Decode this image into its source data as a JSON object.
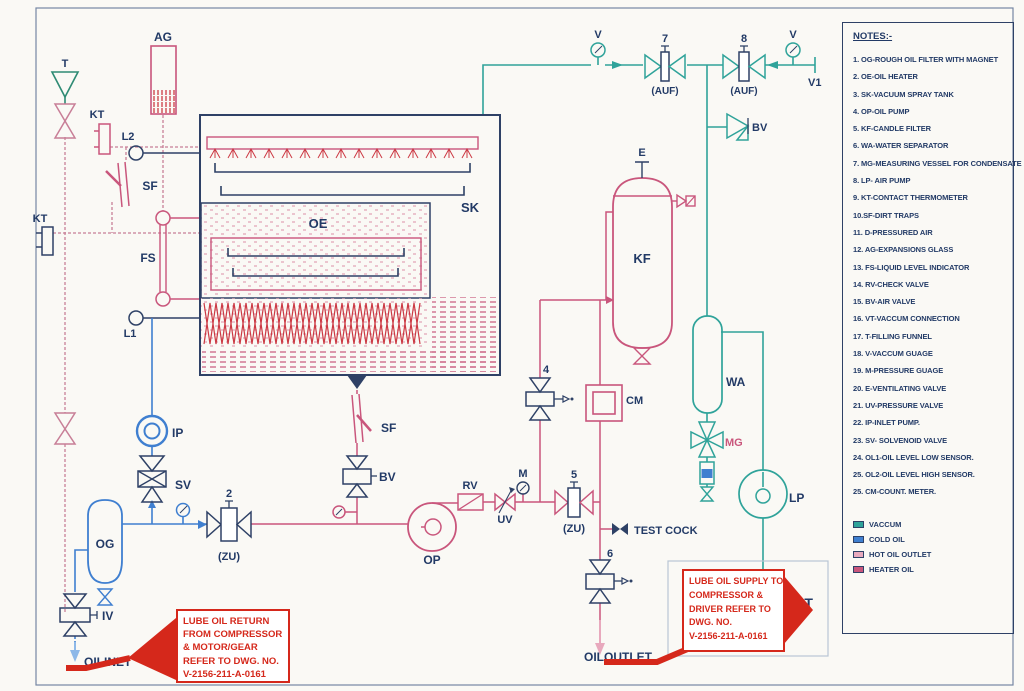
{
  "notes": {
    "title": "NOTES:-",
    "items": [
      "1. OG-ROUGH OIL FILTER WITH MAGNET",
      "2. OE-OIL HEATER",
      "3. SK-VACUUM SPRAY TANK",
      "4. OP-OIL PUMP",
      "5. KF-CANDLE FILTER",
      "6. WA-WATER SEPARATOR",
      "7. MG-MEASURING VESSEL FOR CONDENSATE",
      "8. LP- AIR PUMP",
      "9. KT-CONTACT THERMOMETER",
      "10.SF-DIRT TRAPS",
      "11. D-PRESSURED AIR",
      "12. AG-EXPANSIONS GLASS",
      "13. FS-LIQUID LEVEL INDICATOR",
      "14. RV-CHECK VALVE",
      "15. BV-AIR VALVE",
      "16. VT-VACCUM CONNECTION",
      "17. T-FILLING FUNNEL",
      "18. V-VACCUM GUAGE",
      "19. M-PRESSURE GUAGE",
      "20. E-VENTILATING VALVE",
      "21. UV-PRESSURE VALVE",
      "22. IP-INLET PUMP.",
      "23. SV- SOLVENOID VALVE",
      "24. OL1-OIL LEVEL LOW SENSOR.",
      "25. OL2-OIL LEVEL HIGH SENSOR.",
      "25. CM-COUNT. METER."
    ]
  },
  "legend": {
    "items": [
      {
        "label": "VACCUM"
      },
      {
        "label": "COLD OIL"
      },
      {
        "label": "HOT OIL OUTLET"
      },
      {
        "label": "HEATER OIL"
      }
    ]
  },
  "colors": {
    "vacuum": "#2fa39a",
    "cold_oil": "#3f7fd0",
    "hot_oil_outlet": "#e8a9bd",
    "heater_oil": "#c9567c",
    "ink": "#2e4166",
    "callout_red": "#d5281b"
  },
  "labels": {
    "t": "T",
    "ag": "AG",
    "kt_upper": "KT",
    "l2": "L2",
    "sf_upper": "SF",
    "kt_lower": "KT",
    "fs": "FS",
    "l1": "L1",
    "oe": "OE",
    "sk": "SK",
    "ip": "IP",
    "sv": "SV",
    "og": "OG",
    "iv": "IV",
    "oil_inlet": "OILINET",
    "v2_num": "2",
    "v2_state": "(ZU)",
    "sf_drain": "SF",
    "bv_drain": "BV",
    "op": "OP",
    "rv": "RV",
    "uv": "UV",
    "m": "M",
    "v5_num": "5",
    "v5_state": "(ZU)",
    "test_cock": "TEST COCK",
    "v6_num": "6",
    "oil_outlet": "OILOUTLET",
    "v4_num": "4",
    "cm": "CM",
    "kf": "KF",
    "e": "E",
    "v_left": "V",
    "v7_num": "7",
    "v7_state": "(AUF)",
    "v8_num": "8",
    "v8_state": "(AUF)",
    "v_right": "V",
    "v1": "V1",
    "bv_air": "BV",
    "wa": "WA",
    "mg": "MG",
    "lp": "LP",
    "st": "ST"
  },
  "callouts": {
    "return": {
      "lines": [
        "LUBE OIL RETURN",
        "FROM COMPRESSOR",
        "& MOTOR/GEAR",
        "REFER TO DWG. NO.",
        "V-2156-211-A-0161"
      ]
    },
    "supply": {
      "lines": [
        "LUBE OIL SUPPLY TO",
        "COMPRESSOR &",
        "DRIVER REFER TO",
        "DWG. NO.",
        "V-2156-211-A-0161"
      ]
    }
  }
}
